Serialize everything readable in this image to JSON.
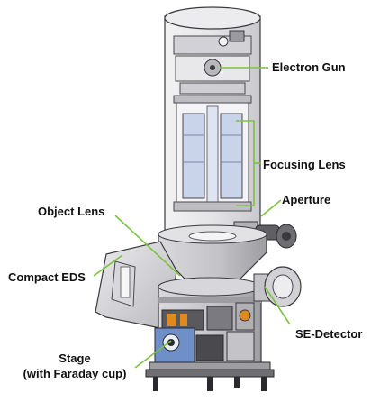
{
  "labels": {
    "electron_gun": "Electron Gun",
    "focusing_lens": "Focusing Lens",
    "aperture": "Aperture",
    "object_lens": "Object Lens",
    "compact_eds": "Compact EDS",
    "se_detector": "SE-Detector",
    "stage_line1": "Stage",
    "stage_line2": "(with Faraday cup)"
  },
  "colors": {
    "leader": "#7dc241",
    "label_text": "#111111",
    "body_light": "#e4e4e6",
    "body_mid": "#c4c4c8",
    "body_dark": "#6d6d72",
    "outline": "#3a3a3e",
    "lens_blue": "#c9d3ea",
    "wiring_orange": "#e08a1e",
    "stage_blue": "#6e8fc7"
  }
}
